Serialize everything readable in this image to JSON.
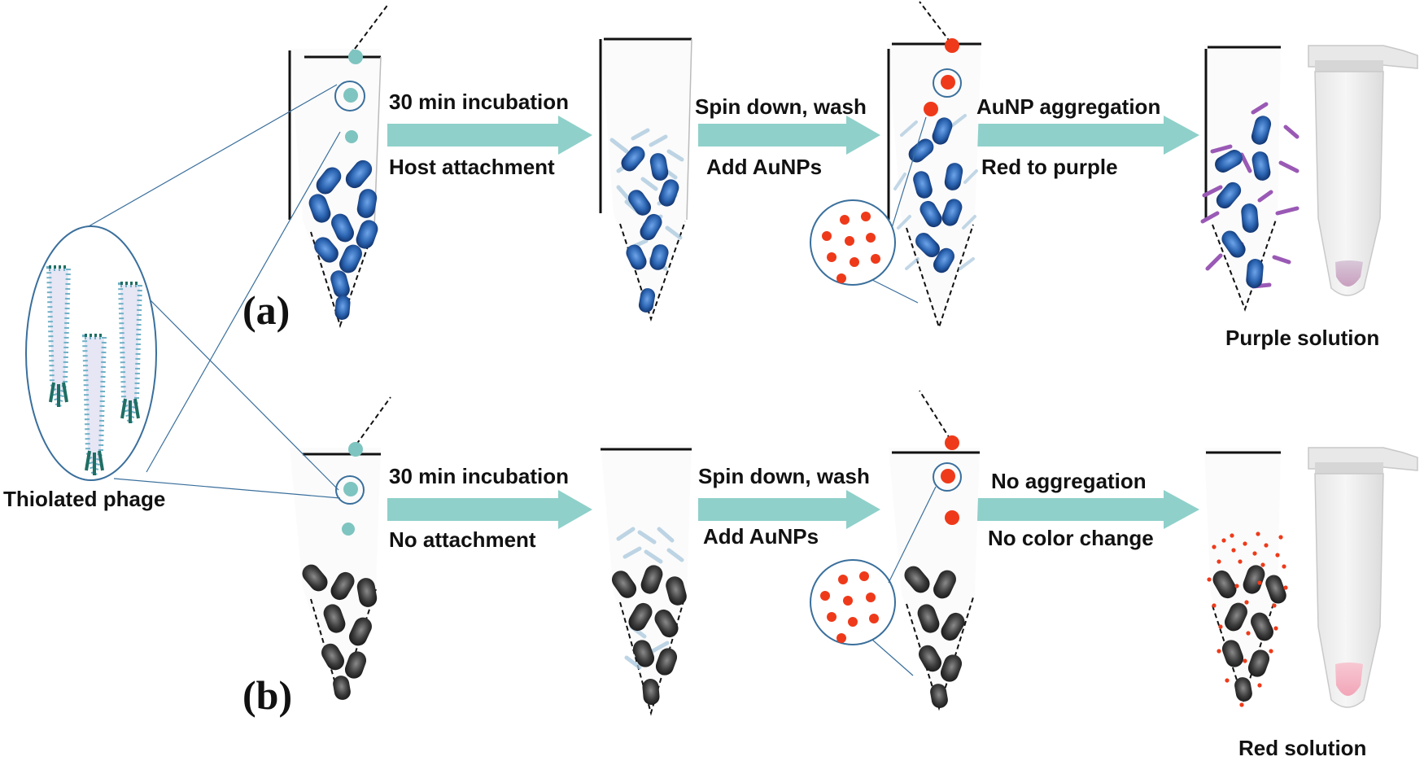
{
  "panel_a": {
    "panel_label": "(a)",
    "step1": {
      "top": "30 min incubation",
      "bottom": "Host attachment"
    },
    "step2": {
      "top": "Spin down, wash",
      "bottom": "Add AuNPs"
    },
    "step3": {
      "top": "AuNP aggregation",
      "bottom": "Red to purple"
    },
    "result": "Purple solution"
  },
  "panel_b": {
    "panel_label": "(b)",
    "step1": {
      "top": "30 min incubation",
      "bottom": "No attachment"
    },
    "step2": {
      "top": "Spin down, wash",
      "bottom": "Add AuNPs"
    },
    "step3": {
      "top": "No aggregation",
      "bottom": "No color change"
    },
    "result": "Red solution"
  },
  "phage_label": "Thiolated phage",
  "colors": {
    "arrow": "#8fd0ca",
    "phage": "#7ec4c0",
    "host_bacteria": "#2a63b0",
    "nonhost_bacteria": "#3c3c3c",
    "aunp": "#ee3a1a",
    "purple_linker": "#9a59b5",
    "purple_solution": "#c99fbf",
    "red_solution": "#f2a6b8"
  }
}
